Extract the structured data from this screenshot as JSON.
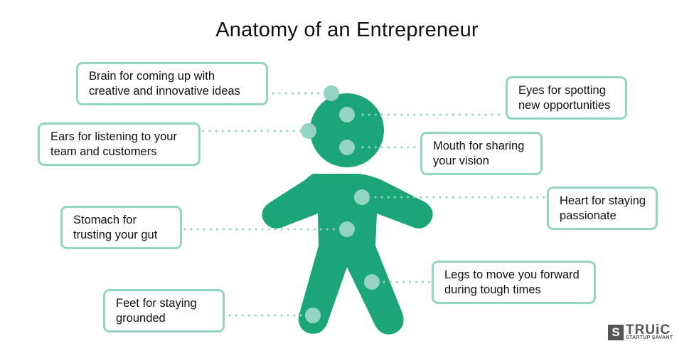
{
  "title": "Anatomy of an Entrepreneur",
  "colors": {
    "body": "#1ba578",
    "dot": "#93d4c2",
    "box_border": "#93d4c2",
    "text": "#111111"
  },
  "labels": [
    {
      "id": "brain",
      "line1": "Brain for coming up with",
      "line2": "creative and innovative ideas"
    },
    {
      "id": "eyes",
      "line1": "Eyes for spotting",
      "line2": "new opportunities"
    },
    {
      "id": "ears",
      "line1": "Ears for listening to your",
      "line2": "team and customers"
    },
    {
      "id": "mouth",
      "line1": "Mouth for sharing",
      "line2": "your vision"
    },
    {
      "id": "heart",
      "line1": "Heart for staying",
      "line2": "passionate"
    },
    {
      "id": "stomach",
      "line1": "Stomach for",
      "line2": "trusting your gut"
    },
    {
      "id": "legs",
      "line1": "Legs to move you forward",
      "line2": "during tough times"
    },
    {
      "id": "feet",
      "line1": "Feet for staying",
      "line2": "grounded"
    }
  ],
  "logo": {
    "mark": "S",
    "name": "TRUiC",
    "tagline": "STARTUP SAVANT"
  }
}
